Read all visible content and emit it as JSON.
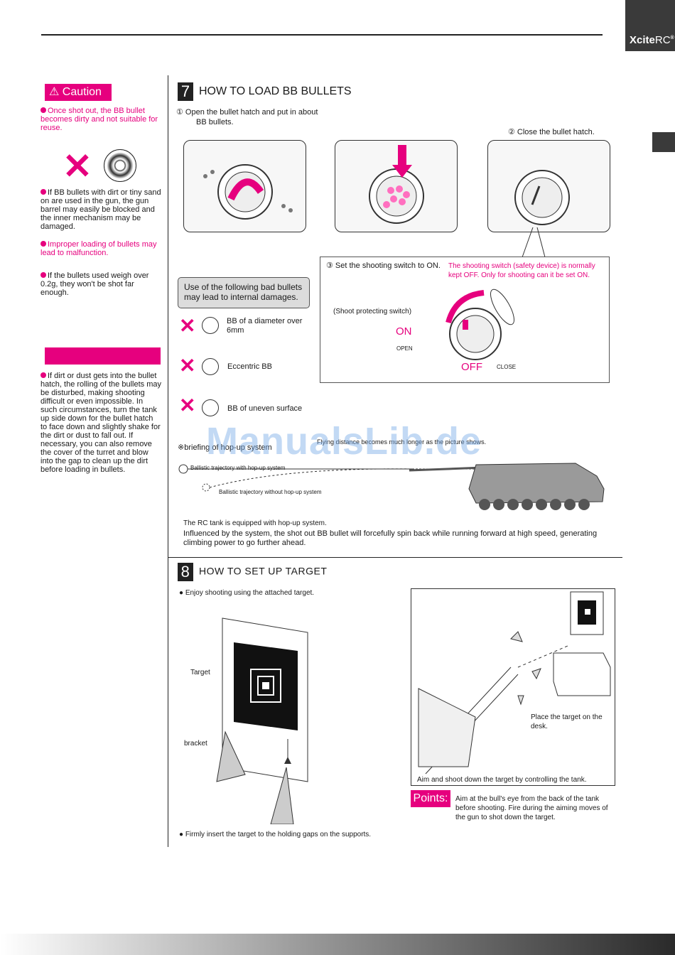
{
  "brand": {
    "name": "Xcite",
    "suffix": "RC",
    "mark": "®"
  },
  "left_column": {
    "caution_label": "Caution",
    "note1": "Once shot out, the BB bullet becomes dirty and not suitable for reuse.",
    "note2": "If BB bullets with dirt or tiny sand on are used in the gun, the gun barrel may easily be blocked and the inner mechanism may be damaged.",
    "note3": "Improper loading of bullets may lead to malfunction.",
    "note4": "If the bullets used weigh over 0.2g, they won't be shot far enough.",
    "note5": "If dirt or dust gets into the bullet hatch, the rolling of the bullets may be disturbed, making shooting difficult or even impossible. In such circumstances, turn the tank up side down for the bullet hatch to face down and slightly shake for the dirt or dust to fall out. If necessary, you can also remove the cover of the turret and blow into the gap to clean up the dirt before loading in bullets."
  },
  "section7": {
    "number": "7",
    "title": "HOW TO LOAD BB BULLETS",
    "step1": "① Open the bullet hatch and put in about",
    "step1b": "BB bullets.",
    "step2": "② Close the bullet hatch.",
    "step3": "③ Set the shooting switch to ON.",
    "safety_note": "The shooting switch (safety device) is normally kept OFF. Only for shooting can it be set ON.",
    "switch_label": "(Shoot protecting switch)",
    "on_label": "ON",
    "open_label": "OPEN",
    "off_label": "OFF",
    "close_label": "CLOSE",
    "warning_box": "Use of the following bad bullets may lead to internal damages.",
    "bad1": "BB of a diameter over 6mm",
    "bad2": "Eccentric BB",
    "bad3": "BB of uneven surface",
    "briefing_label": "※briefing of hop-up system",
    "flying_note": "Flying distance becomes much longer as the picture shows.",
    "traj1": "Ballistic trajectory with hop-up system",
    "traj2": "Ballistic trajectory without hop-up system",
    "hop_line1": "The RC tank is equipped with hop-up system.",
    "hop_line2": "Influenced by the system, the shot out BB bullet will forcefully spin back while running forward at high speed, generating climbing power to go further ahead."
  },
  "section8": {
    "number": "8",
    "title": "HOW TO SET UP TARGET",
    "enjoy": "Enjoy shooting using the attached target.",
    "target_label": "Target",
    "bracket_label": "bracket",
    "insert_note": "Firmly insert the target to the holding gaps on the supports.",
    "desk_note": "Place the target on the desk.",
    "aim_note": "Aim and shoot down the target by controlling the tank.",
    "points_label": "Points:",
    "points_text": "Aim at the bull's eye from the back of the tank before shooting. Fire during the aiming moves of the gun to shot down the target."
  },
  "watermark": "ManualsLib.de"
}
